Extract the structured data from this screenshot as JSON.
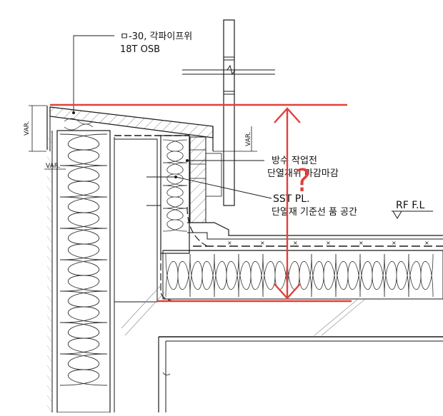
{
  "colors": {
    "annotation_red": "#e0413b",
    "line": "#1a1a1a",
    "hatch": "#555555",
    "background": "#ffffff"
  },
  "labels": {
    "roof_material_line1": "ㅁ-30, 각파이프위",
    "roof_material_line2": "18T OSB",
    "var_left": "VAR.",
    "var_lower": "VAR.",
    "var_right": "VAR.",
    "waterproof_line1": "방수 작업전",
    "waterproof_line2": "단열재위 마감마감",
    "sst_plate": "SST PL.",
    "sst_plate_sub": "단열재 기준선 품 공간",
    "rf_fl": "RF F.L",
    "question_mark": "?"
  }
}
